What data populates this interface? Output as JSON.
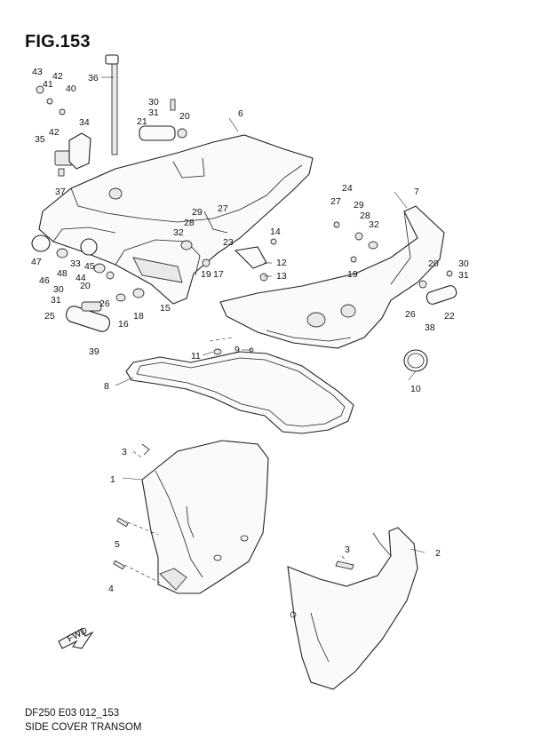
{
  "figure": {
    "title": "FIG.153",
    "model_code": "DF250 E03 012_153",
    "caption": "SIDE COVER TRANSOM"
  },
  "callout_numbers": [
    "1",
    "2",
    "3",
    "3",
    "4",
    "5",
    "6",
    "7",
    "8",
    "9",
    "10",
    "11",
    "12",
    "13",
    "14",
    "15",
    "16",
    "17",
    "18",
    "19",
    "19",
    "20",
    "20",
    "20",
    "21",
    "22",
    "23",
    "24",
    "25",
    "26",
    "26",
    "27",
    "27",
    "28",
    "28",
    "29",
    "29",
    "30",
    "30",
    "30",
    "31",
    "31",
    "31",
    "32",
    "32",
    "33",
    "34",
    "35",
    "36",
    "37",
    "38",
    "39",
    "40",
    "41",
    "42",
    "42",
    "43",
    "44",
    "45",
    "46",
    "47",
    "48"
  ],
  "fwd_label": "FWD"
}
